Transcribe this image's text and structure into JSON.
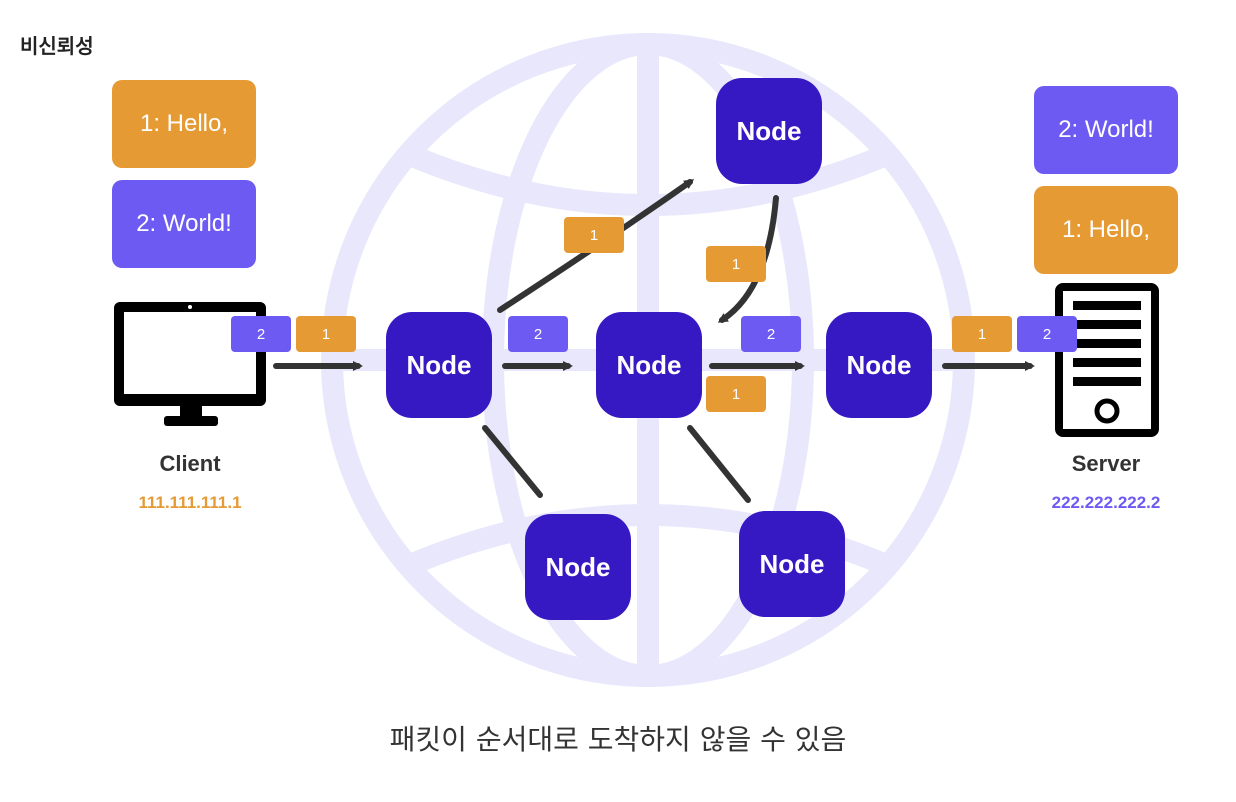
{
  "title": "비신뢰성",
  "colors": {
    "orange": "#e59a34",
    "purple": "#6d5af2",
    "node": "#3719c3",
    "globe": "#e9e7fb"
  },
  "client": {
    "label": "Client",
    "ip": "111.111.111.1",
    "messages": [
      "1: Hello,",
      "2: World!"
    ]
  },
  "server": {
    "label": "Server",
    "ip": "222.222.222.2",
    "messages": [
      "2: World!",
      "1: Hello,"
    ]
  },
  "nodes": [
    "Node",
    "Node",
    "Node",
    "Node",
    "Node",
    "Node"
  ],
  "packets": {
    "p1": "2",
    "p2": "1",
    "p3": "2",
    "p4": "1",
    "p5": "1",
    "p6": "2",
    "p7": "1",
    "p8": "1",
    "p9": "2"
  },
  "caption": "패킷이 순서대로 도착하지 않을 수 있음"
}
